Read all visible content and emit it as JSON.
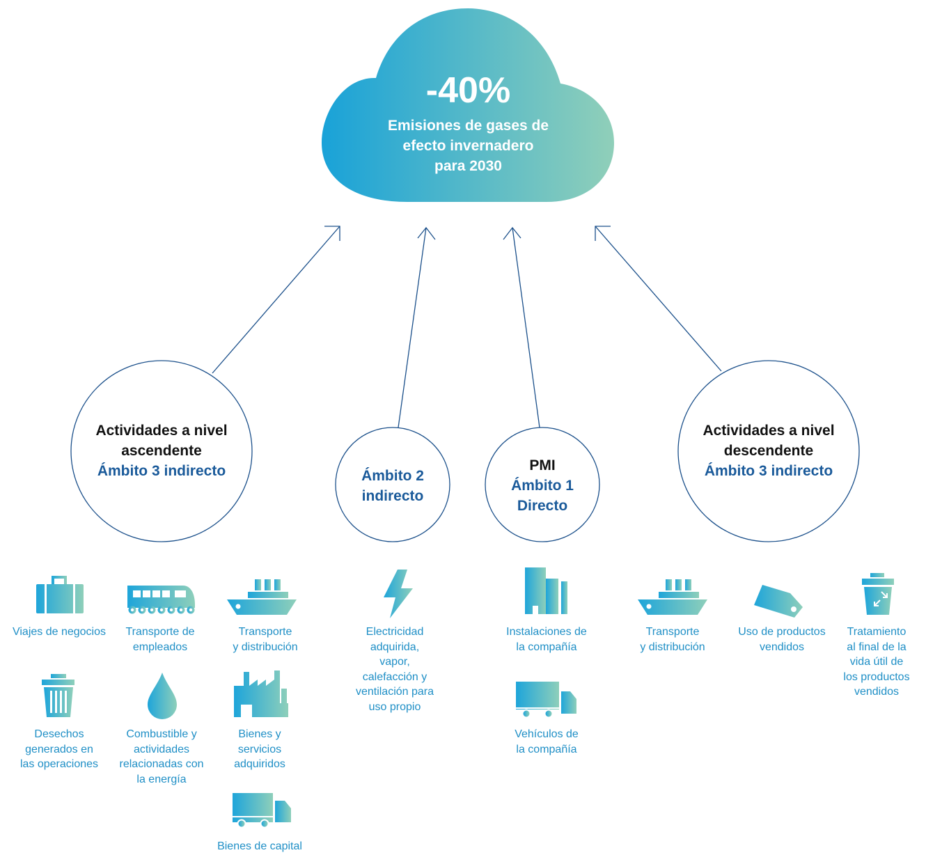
{
  "cloud": {
    "percent": "-40%",
    "caption_line1": "Emisiones de gases de",
    "caption_line2": "efecto invernadero",
    "caption_line3": "para 2030"
  },
  "circles": {
    "upstream": {
      "line1": "Actividades a nivel",
      "line2": "ascendente",
      "line3": "Ámbito 3 indirecto"
    },
    "scope2": {
      "line1": "Ámbito 2",
      "line2": "indirecto"
    },
    "scope1": {
      "line1": "PMI",
      "line2": "Ámbito 1",
      "line3": "Directo"
    },
    "downstream": {
      "line1": "Actividades a nivel",
      "line2": "descendente",
      "line3": "Ámbito 3 indirecto"
    }
  },
  "upstream_items": {
    "business_travel": {
      "icon": "briefcase-icon",
      "lines": [
        "Viajes de negocios"
      ]
    },
    "employee_commuting": {
      "icon": "train-icon",
      "lines": [
        "Transporte de",
        "empleados"
      ]
    },
    "transport": {
      "icon": "ship-icon",
      "lines": [
        "Transporte",
        "y distribución"
      ]
    },
    "waste": {
      "icon": "trash-bin-icon",
      "lines": [
        "Desechos",
        "generados en",
        "las operaciones"
      ]
    },
    "fuel": {
      "icon": "drop-icon",
      "lines": [
        "Combustible y",
        "actividades",
        "relacionadas con",
        "la energía"
      ]
    },
    "purchased_goods": {
      "icon": "factory-icon",
      "lines": [
        "Bienes y",
        "servicios",
        "adquiridos"
      ]
    },
    "capital_goods": {
      "icon": "truck-icon",
      "lines": [
        "Bienes de capital"
      ]
    }
  },
  "scope2_items": {
    "electricity": {
      "icon": "lightning-icon",
      "lines": [
        "Electricidad",
        "adquirida,",
        "vapor,",
        "calefacción y",
        "ventilación para",
        "uso propio"
      ]
    }
  },
  "scope1_items": {
    "facilities": {
      "icon": "buildings-icon",
      "lines": [
        "Instalaciones de",
        "la compañía"
      ]
    },
    "vehicles": {
      "icon": "truck-icon",
      "lines": [
        "Vehículos de",
        "la compañía"
      ]
    }
  },
  "downstream_items": {
    "transport": {
      "icon": "ship-icon",
      "lines": [
        "Transporte",
        "y distribución"
      ]
    },
    "use_of_products": {
      "icon": "tag-icon",
      "lines": [
        "Uso de productos",
        "vendidos"
      ]
    },
    "end_of_life": {
      "icon": "recycle-bin-icon",
      "lines": [
        "Tratamiento",
        "al final de la",
        "vida útil de",
        "los productos",
        "vendidos"
      ]
    }
  },
  "colors": {
    "gradient_start": "#1aa3d9",
    "gradient_end": "#8fcfba",
    "line": "#1a4f8a",
    "heading_blue": "#1a5a9a",
    "caption_blue": "#1f8fc6"
  }
}
